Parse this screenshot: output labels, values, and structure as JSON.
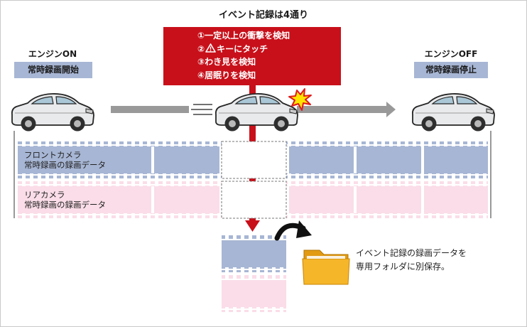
{
  "title": "イベント記録は4通り",
  "triggers": [
    "①一定以上の衝撃を検知",
    "②",
    "キーにタッチ",
    "③わき見を検知",
    "④居眠りを検知"
  ],
  "engine_on": {
    "label": "エンジンON",
    "tag": "常時録画開始"
  },
  "engine_off": {
    "label": "エンジンOFF",
    "tag": "常時録画停止"
  },
  "front_row": {
    "line1": "フロントカメラ",
    "line2": "常時録画の録画データ"
  },
  "rear_row": {
    "line1": "リアカメラ",
    "line2": "常時録画の録画データ"
  },
  "save": {
    "line1": "イベント記録の録画データを",
    "line2": "専用フォルダに別保存。"
  },
  "colors": {
    "red": "#c8101a",
    "front": "#a7b6d4",
    "rear": "#fadde8",
    "tag": "#a7b6d4",
    "arrow": "#999999",
    "folder": "#f0a719"
  },
  "icons": [
    "car-icon",
    "warning-icon",
    "impact-burst-icon",
    "folder-icon",
    "curved-arrow-icon"
  ]
}
